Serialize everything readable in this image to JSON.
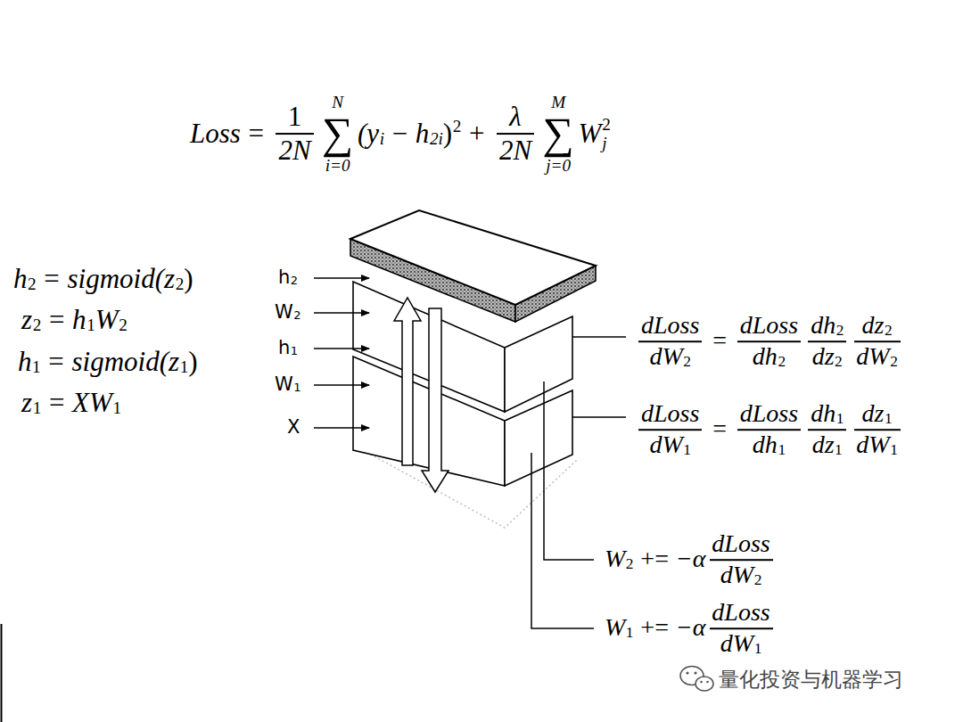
{
  "diagram": {
    "labels": [
      "Loss",
      "=",
      "1",
      "2N",
      "∑",
      "N",
      "i=0",
      "(y",
      "i",
      "−",
      "h",
      "2i",
      ")",
      "2",
      "+",
      "λ",
      "2N",
      "∑",
      "M",
      "j=0",
      "W",
      "j",
      "2",
      "h",
      "2",
      "=",
      "sigmoid(z",
      "2",
      ")",
      "z",
      "2",
      "=",
      "h",
      "1",
      "W",
      "2",
      "h",
      "1",
      "=",
      "sigmoid(z",
      "1",
      ")",
      "z",
      "1",
      "=",
      "XW",
      "1",
      "h",
      "2",
      "W",
      "2",
      "h",
      "1",
      "W",
      "1",
      "X",
      "dLoss",
      "dW",
      "2",
      "=",
      "dLoss",
      "dh",
      "2",
      "dh",
      "2",
      "dz",
      "2",
      "dz",
      "2",
      "dW",
      "2",
      "dLoss",
      "dW",
      "1",
      "=",
      "dLoss",
      "dh",
      "1",
      "dh",
      "1",
      "dz",
      "1",
      "dz",
      "1",
      "dW",
      "1",
      "W",
      "2",
      "+=",
      "−α",
      "dLoss",
      "dW",
      "2",
      "W",
      "1",
      "+=",
      "−α",
      "dLoss",
      "dW",
      "1",
      "量化投资与机器学习"
    ]
  }
}
